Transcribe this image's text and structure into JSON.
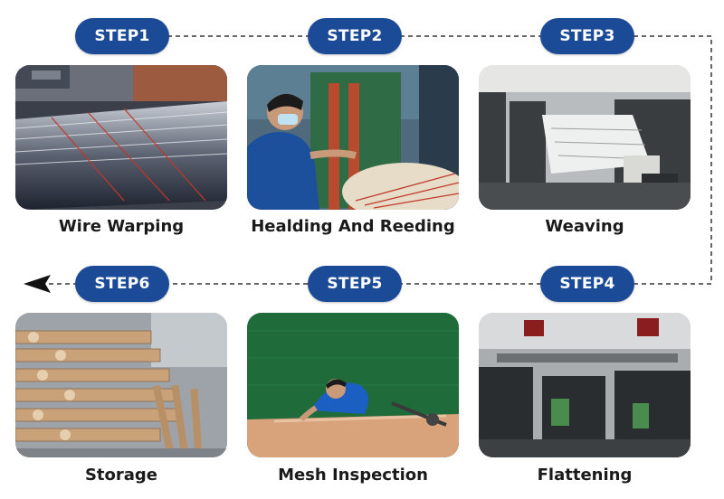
{
  "colors": {
    "pill": "#1b4a97",
    "connector": "#333333",
    "caption": "#1a1a1a"
  },
  "steps": [
    {
      "label": "STEP1",
      "title": "Wire Warping",
      "image": "wire-warping-photo"
    },
    {
      "label": "STEP2",
      "title": "Healding And Reeding",
      "image": "healding-reeding-photo"
    },
    {
      "label": "STEP3",
      "title": "Weaving",
      "image": "weaving-looms-photo"
    },
    {
      "label": "STEP4",
      "title": "Flattening",
      "image": "flattening-factory-photo"
    },
    {
      "label": "STEP5",
      "title": "Mesh Inspection",
      "image": "mesh-inspection-photo"
    },
    {
      "label": "STEP6",
      "title": "Storage",
      "image": "storage-rolls-photo"
    }
  ]
}
